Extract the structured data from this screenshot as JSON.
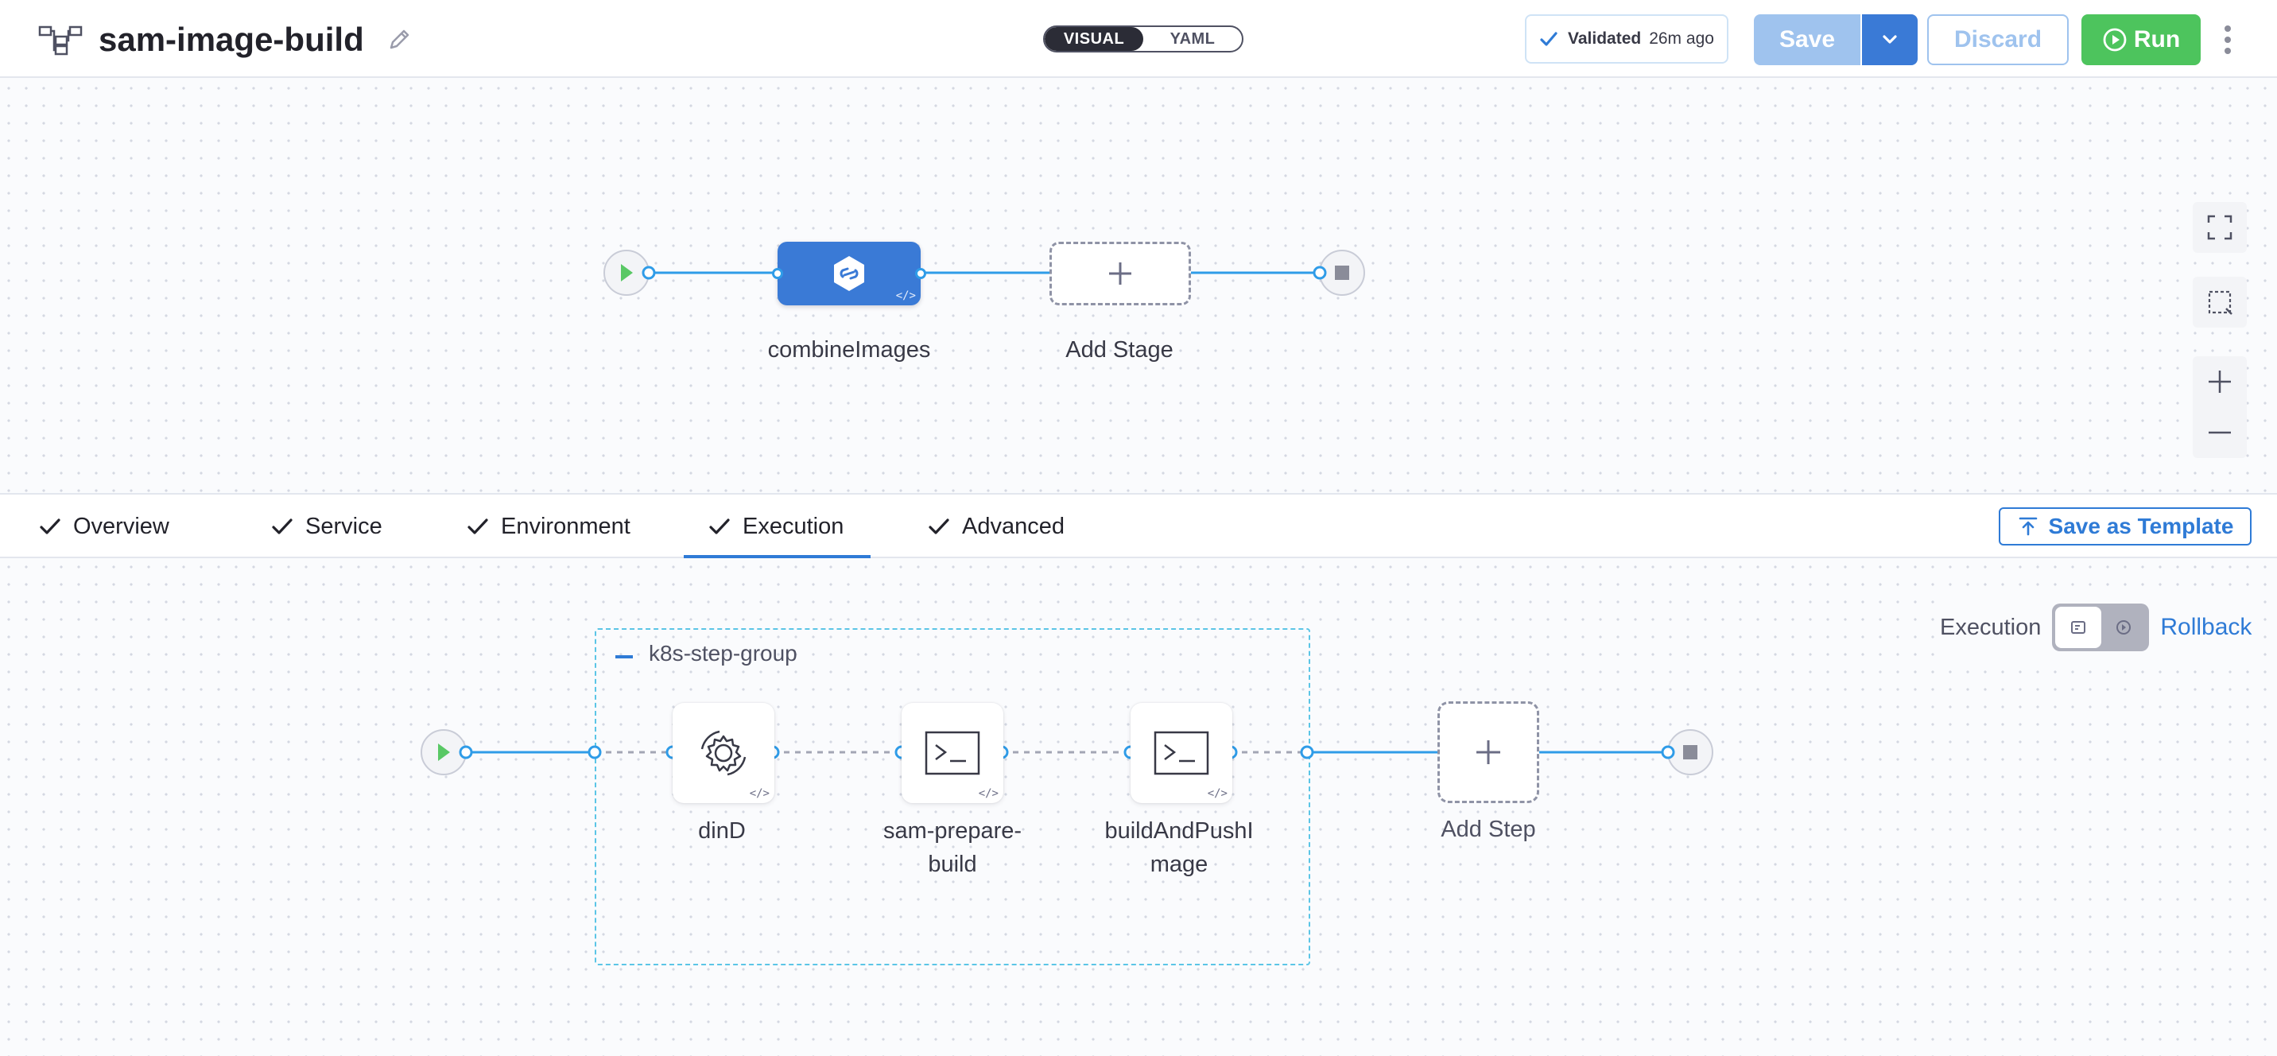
{
  "header": {
    "pipeline_name": "sam-image-build",
    "view_modes": [
      "VISUAL",
      "YAML"
    ],
    "active_view": "VISUAL",
    "validation": {
      "status": "Validated",
      "time_ago": "26m ago"
    },
    "save_label": "Save",
    "discard_label": "Discard",
    "run_label": "Run"
  },
  "stages": [
    {
      "name": "combineImages",
      "color": "#3a7ad6",
      "icon": "pipeline-link-icon"
    }
  ],
  "add_stage_label": "Add Stage",
  "tabs": [
    {
      "label": "Overview",
      "completed": true
    },
    {
      "label": "Service",
      "completed": true
    },
    {
      "label": "Environment",
      "completed": true
    },
    {
      "label": "Execution",
      "completed": true,
      "active": true
    },
    {
      "label": "Advanced",
      "completed": true
    }
  ],
  "save_as_template_label": "Save as Template",
  "execution": {
    "toggle_label": "Execution",
    "rollback_label": "Rollback",
    "step_group": {
      "name": "k8s-step-group",
      "steps": [
        {
          "label": "dinD",
          "icon": "gear-icon"
        },
        {
          "label": "sam-prepare-build",
          "icon": "terminal-icon"
        },
        {
          "label": "buildAndPushImage",
          "icon": "terminal-icon"
        }
      ]
    },
    "add_step_label": "Add Step"
  },
  "colors": {
    "accent": "#2f7bd6",
    "run_green": "#4dc45d",
    "connector": "#2f9ce8",
    "start_green": "#59c865",
    "stage_blue": "#3a7ad6"
  }
}
